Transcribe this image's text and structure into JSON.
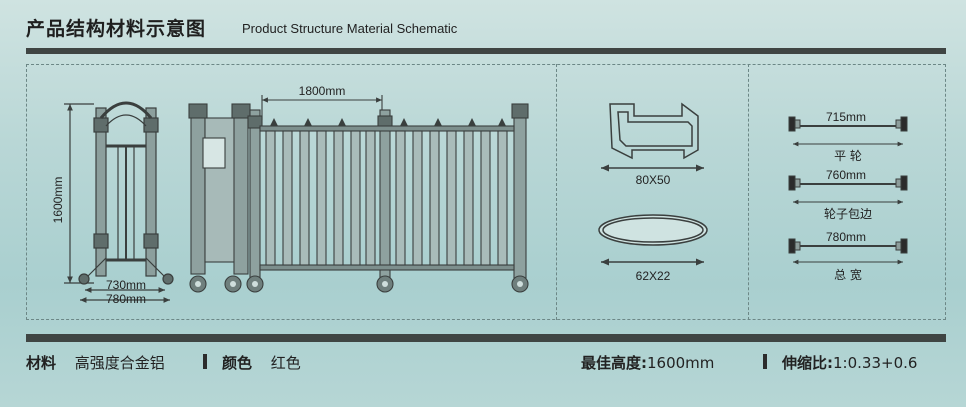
{
  "header": {
    "title_cn": "产品结构材料示意图",
    "title_en": "Product Structure Material Schematic"
  },
  "dimensions": {
    "height": "1600mm",
    "width_inner": "730mm",
    "width_outer": "780mm",
    "span": "1800mm",
    "profile_rect": "80X50",
    "profile_oval": "62X22",
    "wheel_flat_width": "715mm",
    "wheel_flat_label": "平 轮",
    "wheel_edge_width": "760mm",
    "wheel_edge_label": "轮子包边",
    "total_width": "780mm",
    "total_label": "总 宽"
  },
  "specs": {
    "material_label": "材料",
    "material_value": "高强度合金铝",
    "color_label": "颜色",
    "color_value": "红色",
    "height_label": "最佳高度:",
    "height_value": "1600mm",
    "ratio_label": "伸缩比:",
    "ratio_value": "1:0.33+0.6"
  },
  "colors": {
    "bar": "#3f4543",
    "line": "#3a3f3e",
    "background": "#b9d7d6"
  }
}
